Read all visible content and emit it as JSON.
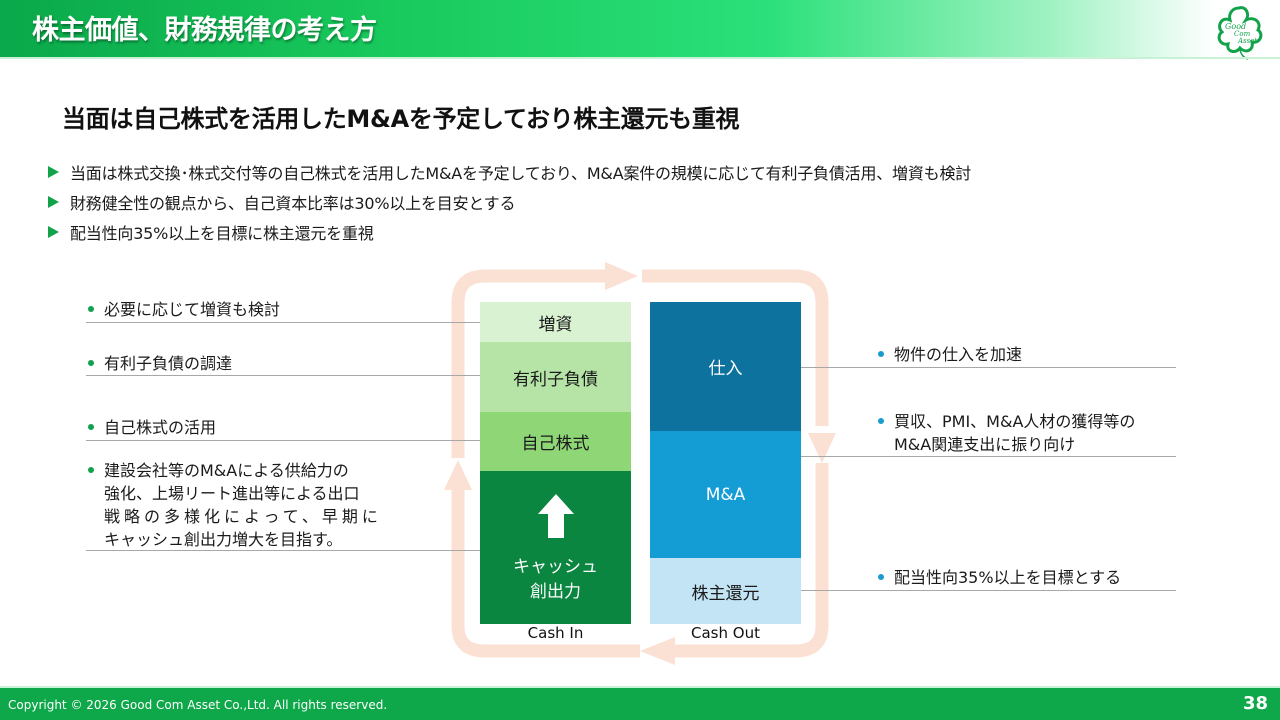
{
  "header": {
    "title": "株主価値、財務規律の考え方",
    "logo_lines": [
      "Good",
      "Com",
      "Asset"
    ]
  },
  "subtitle": "当面は自己株式を活用したM&Aを予定しており株主還元も重視",
  "bullets": [
    "当面は株式交換･株式交付等の自己株式を活用したM&Aを予定しており、M&A案件の規模に応じて有利子負債活用、増資も検討",
    "財務健全性の観点から、自己資本比率は30%以上を目安とする",
    "配当性向35%以上を目標に株主還元を重視"
  ],
  "diagram": {
    "cash_in": {
      "label": "Cash In",
      "segments": [
        {
          "label": "増資",
          "color": "#d8f2d2",
          "text_color": "#1a1a1a"
        },
        {
          "label": "有利子負債",
          "color": "#b5e4a6",
          "text_color": "#1a1a1a"
        },
        {
          "label": "自己株式",
          "color": "#8fd676",
          "text_color": "#1a1a1a"
        },
        {
          "label_line1": "キャッシュ",
          "label_line2": "創出力",
          "color": "#0b8641",
          "text_color": "#ffffff"
        }
      ]
    },
    "cash_out": {
      "label": "Cash Out",
      "segments": [
        {
          "label": "仕入",
          "color": "#0d729e",
          "text_color": "#ffffff"
        },
        {
          "label": "M&A",
          "color": "#149cd5",
          "text_color": "#ffffff"
        },
        {
          "label": "株主還元",
          "color": "#c3e4f5",
          "text_color": "#1a1a1a"
        }
      ]
    },
    "left_notes": [
      {
        "text": "必要に応じて増資も検討"
      },
      {
        "text": "有利子負債の調達"
      },
      {
        "text": "自己株式の活用"
      },
      {
        "lines": [
          "建設会社等のM&Aによる供給力の",
          "強化、上場リート進出等による出口",
          "戦略の多様化によって、早期に",
          "キャッシュ創出力増大を目指す。"
        ]
      }
    ],
    "right_notes": [
      {
        "text": "物件の仕入を加速"
      },
      {
        "lines": [
          "買収、PMI、M&A人材の獲得等の",
          "M&A関連支出に振り向け"
        ]
      },
      {
        "text": "配当性向35%以上を目標とする"
      }
    ],
    "colors": {
      "loop": "#fbe1d3",
      "left_bullet": "#12a34a",
      "right_bullet": "#1a9bd0"
    }
  },
  "footer": {
    "copyright": "Copyright © 2026 Good Com Asset Co.,Ltd. All rights reserved.",
    "page_number": "38"
  }
}
